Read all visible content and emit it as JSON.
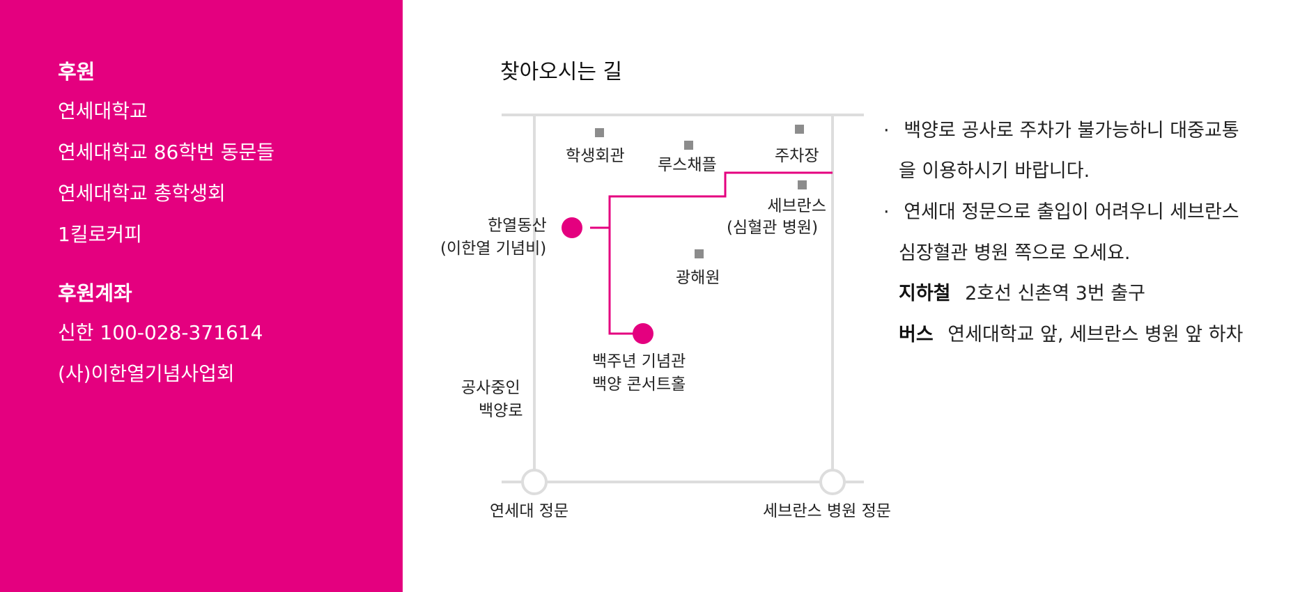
{
  "sponsor": {
    "heading": "후원",
    "items": [
      "연세대학교",
      "연세대학교 86학번 동문들",
      "연세대학교 총학생회",
      "1킬로커피"
    ]
  },
  "account": {
    "heading": "후원계좌",
    "lines": [
      "신한 100-028-371614",
      "(사)이한열기념사업회"
    ]
  },
  "directions": {
    "title": "찾아오시는 길"
  },
  "map": {
    "labels": {
      "student_hall": "학생회관",
      "ruce_chapel": "루스채플",
      "parking": "주차장",
      "severance": "세브란스",
      "severance_sub": "(심혈관 병원)",
      "hanyeol_mound": "한열동산",
      "hanyeol_mound_sub": "(이한열 기념비)",
      "gwanghaewon": "광해원",
      "centennial": "백주년 기념관",
      "concert_hall": "백양 콘서트홀",
      "construction": "공사중인",
      "baekyangro": "백양로",
      "yonsei_gate": "연세대 정문",
      "severance_gate": "세브란스 병원 정문"
    },
    "colors": {
      "accent": "#e4007f",
      "road": "#dddddd",
      "building": "#8c8c8c"
    }
  },
  "info": {
    "bullet": "·",
    "note1_line1": "백양로 공사로 주차가 불가능하니 대중교통",
    "note1_line2": "을 이용하시기 바랍니다.",
    "note2_line1": "연세대 정문으로 출입이 어려우니 세브란스",
    "note2_line2": "심장혈관 병원 쪽으로 오세요.",
    "subway_label": "지하철",
    "subway_text": "2호선 신촌역 3번 출구",
    "bus_label": "버스",
    "bus_text": "연세대학교 앞, 세브란스 병원 앞 하차"
  }
}
